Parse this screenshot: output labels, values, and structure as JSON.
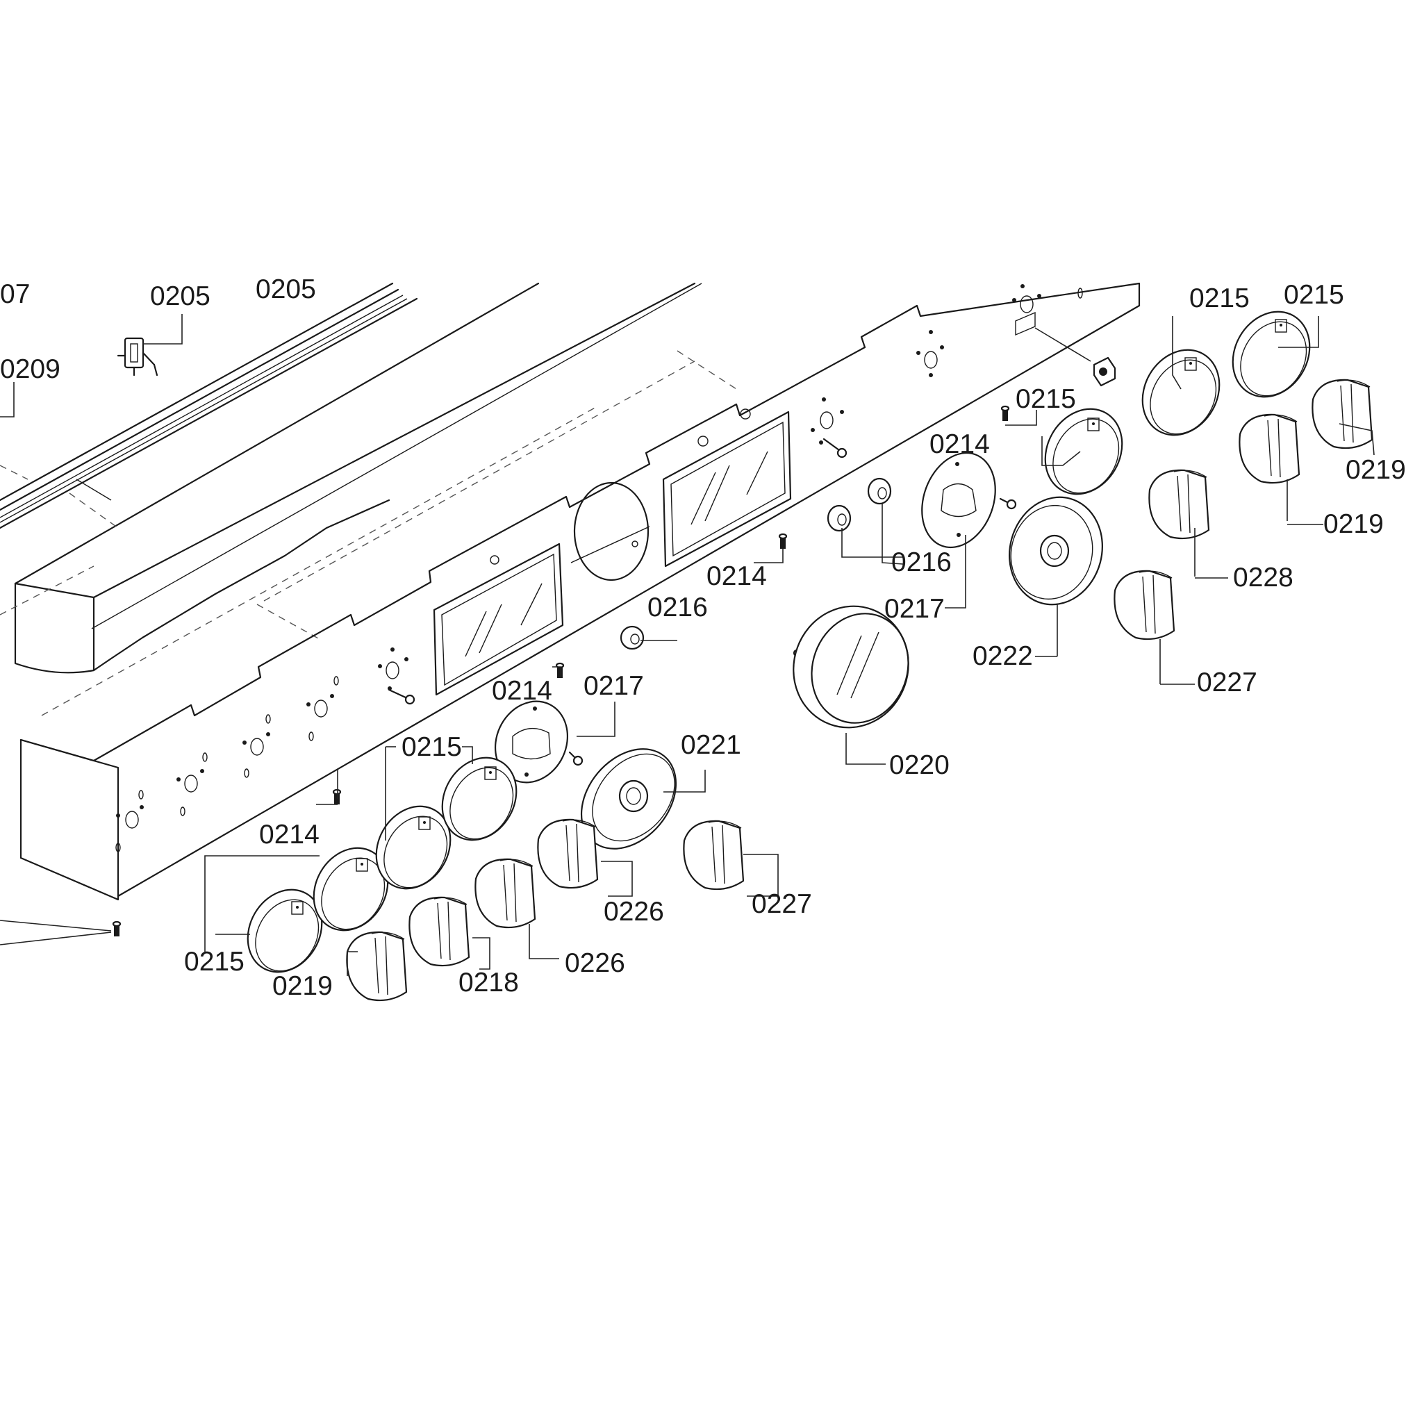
{
  "diagram": {
    "callouts": {
      "c0207": "07",
      "c0205a": "0205",
      "c0205b": "0205",
      "c0209": "0209",
      "c0215_r1": "0215",
      "c0215_r2": "0215",
      "c0215_r3": "0215",
      "c0219_r1": "0219",
      "c0219_r2": "0219",
      "c0214_r1": "0214",
      "c0228": "0228",
      "c0216_r1": "0216",
      "c0214_r2": "0214",
      "c0217_r1": "0217",
      "c0222": "0222",
      "c0227_r": "0227",
      "c0216_c": "0216",
      "c0214_c": "0214",
      "c0217_c": "0217",
      "c0220": "0220",
      "c0215_l1": "0215",
      "c0221": "0221",
      "c0214_l": "0214",
      "c0226_a": "0226",
      "c0227_l": "0227",
      "c0215_l2": "0215",
      "c0226_b": "0226",
      "c0219_l": "0219",
      "c0218": "0218"
    }
  }
}
